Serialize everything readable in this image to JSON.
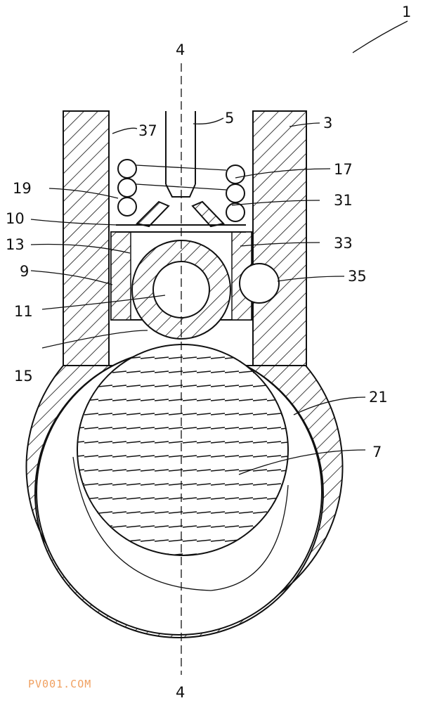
{
  "figure": {
    "figure_number": "1",
    "section_labels": [
      "4",
      "4"
    ],
    "reference_numerals": {
      "n3": "3",
      "n5": "5",
      "n7": "7",
      "n9": "9",
      "n10": "10",
      "n11": "11",
      "n13": "13",
      "n15": "15",
      "n17": "17",
      "n19": "19",
      "n21": "21",
      "n31": "31",
      "n33": "33",
      "n35": "35",
      "n37": "37"
    },
    "watermark": "PV001.COM"
  }
}
